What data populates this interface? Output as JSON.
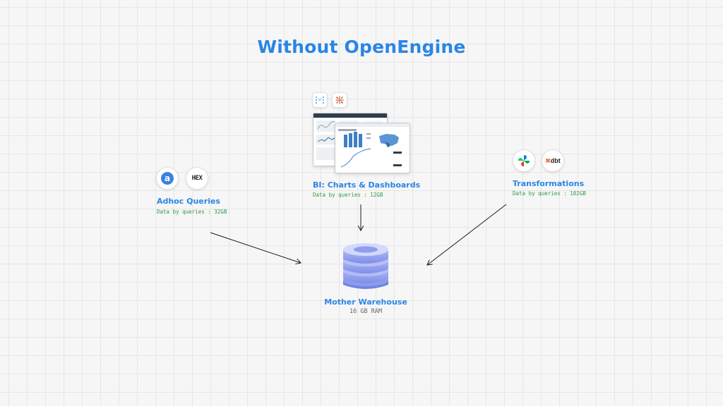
{
  "diagram": {
    "title": "Without OpenEngine",
    "bi": {
      "title": "BI: Charts & Dashboards",
      "note": "Data by queries : 12GB",
      "icons": [
        "metabase-icon",
        "tableau-icon"
      ]
    },
    "adhoc": {
      "title": "Adhoc Queries",
      "note": "Data by queries : 32GB",
      "icons": [
        "analytics-logo-icon",
        "hex-logo-icon"
      ],
      "hex_text": "HEX"
    },
    "transformations": {
      "title": "Transformations",
      "note": "Data by queries : 102GB",
      "icons": [
        "airflow-icon",
        "dbt-icon"
      ],
      "dbt_text": "dbt"
    },
    "warehouse": {
      "title": "Mother  Warehouse",
      "subtitle": "16 GB RAM",
      "icon": "database-icon"
    },
    "colors": {
      "accent": "#2a86e4",
      "note_green": "#2f9a45",
      "db_top": "#c9d1fb",
      "db_body": "#8b9af0"
    }
  }
}
